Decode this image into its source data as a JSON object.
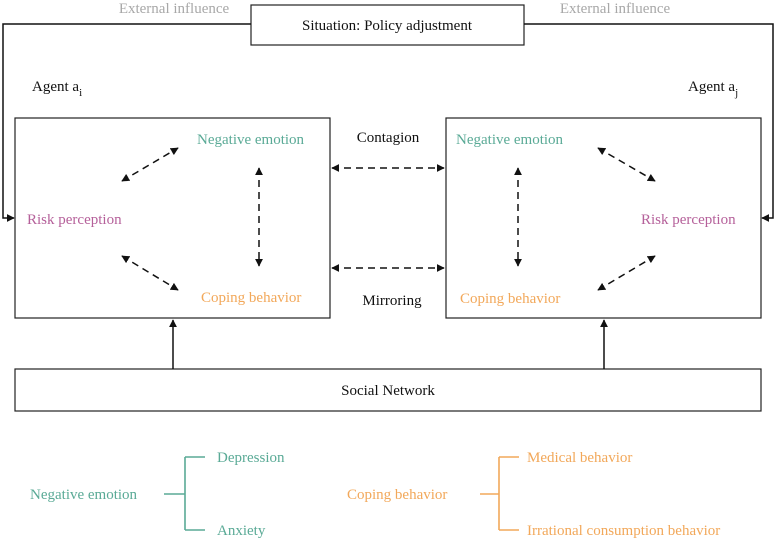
{
  "situation": "Situation: Policy adjustment",
  "external_influence_left": "External influence",
  "external_influence_right": "External influence",
  "agent_i": {
    "base": "Agent a",
    "sub": "i"
  },
  "agent_j": {
    "base": "Agent a",
    "sub": "j"
  },
  "contagion": "Contagion",
  "mirroring": "Mirroring",
  "left_box": {
    "negative_emotion": "Negative emotion",
    "risk_perception": "Risk perception",
    "coping_behavior": "Coping behavior"
  },
  "right_box": {
    "negative_emotion": "Negative emotion",
    "risk_perception": "Risk perception",
    "coping_behavior": "Coping behavior"
  },
  "social_network": "Social Network",
  "legend": {
    "negative_emotion": {
      "label": "Negative emotion",
      "items": [
        "Depression",
        "Anxiety"
      ]
    },
    "coping_behavior": {
      "label": "Coping behavior",
      "items": [
        "Medical behavior",
        "Irrational consumption behavior"
      ]
    }
  },
  "colors": {
    "negative_emotion": "#5aaa96",
    "risk_perception": "#b5609a",
    "coping_behavior": "#f2a85a",
    "external_influence": "#a8a8a8",
    "line": "#111111"
  }
}
